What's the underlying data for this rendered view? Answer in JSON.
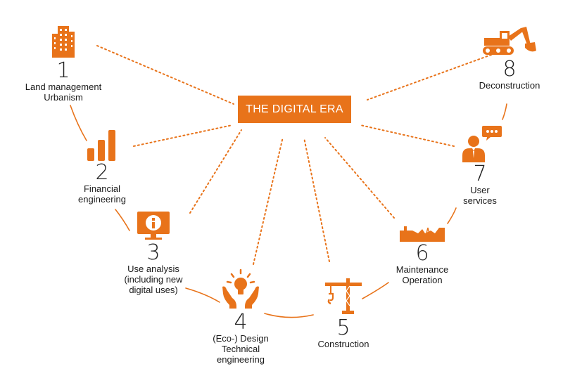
{
  "center": {
    "label": "THE DIGITAL ERA"
  },
  "stages": [
    {
      "number": "1",
      "lines": [
        "Land management",
        "Urbanism"
      ],
      "icon": "building-icon"
    },
    {
      "number": "2",
      "lines": [
        "Financial",
        "engineering"
      ],
      "icon": "bar-chart-icon"
    },
    {
      "number": "3",
      "lines": [
        "Use analysis",
        "(including new",
        "digital uses)"
      ],
      "icon": "monitor-info-icon"
    },
    {
      "number": "4",
      "lines": [
        "(Eco-) Design",
        "Technical",
        "engineering"
      ],
      "icon": "lightbulb-hands-icon"
    },
    {
      "number": "5",
      "lines": [
        "Construction"
      ],
      "icon": "crane-icon"
    },
    {
      "number": "6",
      "lines": [
        "Maintenance",
        "Operation"
      ],
      "icon": "factory-icon"
    },
    {
      "number": "7",
      "lines": [
        "User",
        "services"
      ],
      "icon": "user-chat-icon"
    },
    {
      "number": "8",
      "lines": [
        "Deconstruction"
      ],
      "icon": "excavator-icon"
    }
  ],
  "colors": {
    "accent": "#e8731a",
    "text": "#1a1a1a"
  }
}
